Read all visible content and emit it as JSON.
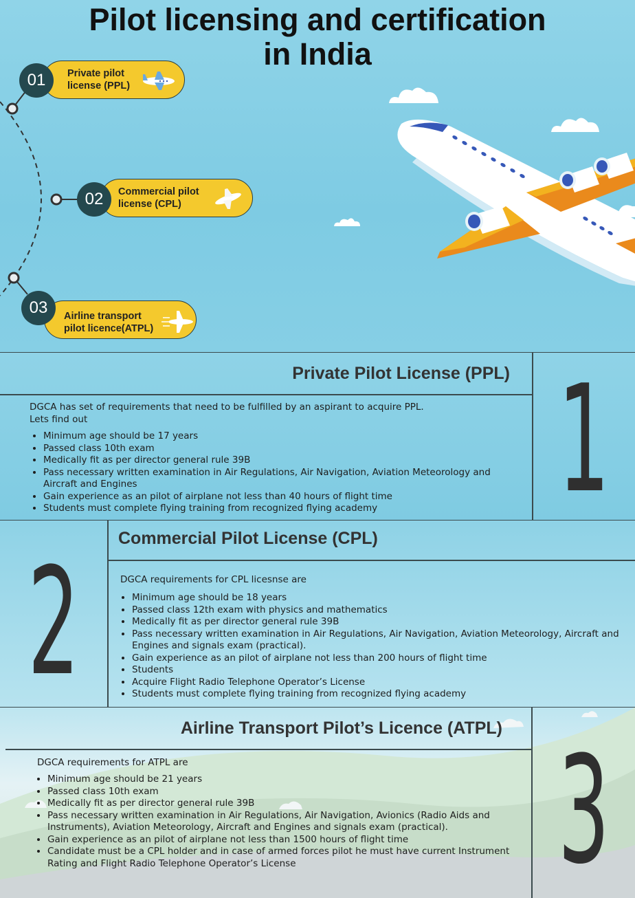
{
  "header": {
    "title_line1": "Pilot licensing and certification",
    "title_line2": "in India"
  },
  "timeline": [
    {
      "number": "01",
      "line1": "Private pilot",
      "line2": "license (PPL)"
    },
    {
      "number": "02",
      "line1": "Commercial pilot",
      "line2": "license (CPL)"
    },
    {
      "number": "03",
      "line1": "Airline transport",
      "line2": "pilot licence(ATPL)"
    }
  ],
  "sections": {
    "ppl": {
      "number": "1",
      "title": "Private Pilot License (PPL)",
      "intro1": "DGCA has set of requirements that need to be fulfilled by an aspirant to acquire PPL.",
      "intro2": "Lets find out",
      "items": [
        "Minimum age should be 17 years",
        "Passed class 10th exam",
        "Medically fit as per director general rule 39B",
        "Pass necessary written examination in Air Regulations, Air Navigation, Aviation Meteorology and Aircraft and Engines",
        "Gain experience as an pilot of airplane not less than 40 hours of flight time",
        "Students must complete flying training from recognized flying academy"
      ]
    },
    "cpl": {
      "number": "2",
      "title": "Commercial Pilot License (CPL)",
      "intro1": "DGCA requirements for CPL licesnse are",
      "items": [
        "Minimum age should be 18 years",
        "Passed class 12th exam with physics and mathematics",
        "Medically fit as per director general rule 39B",
        "Pass necessary written examination in Air Regulations, Air Navigation, Aviation Meteorology,  Aircraft and Engines and signals exam (practical).",
        "Gain experience as an pilot of airplane not less than 200 hours of flight time",
        "Students",
        "Acquire Flight Radio Telephone Operator’s License",
        "Students must complete flying training from recognized flying academy"
      ]
    },
    "atpl": {
      "number": "3",
      "title": "Airline Transport Pilot’s Licence (ATPL)",
      "intro1": "DGCA requirements for ATPL are",
      "items": [
        "Minimum age should be 21 years",
        "Passed class 10th exam",
        "Medically fit as per director general rule 39B",
        "Pass necessary written examination in Air Regulations, Air Navigation, Avionics (Radio Aids and Instruments), Aviation Meteorology, Aircraft and Engines and signals exam (practical).",
        "Gain experience as an pilot of airplane not less than 1500 hours of flight time",
        "Candidate must be a CPL holder and in case of armed forces pilot he must have current Instrument Rating and Flight Radio Telephone Operator’s License"
      ]
    }
  },
  "icons": {
    "timeline_plane": "airplane-icon",
    "hero_plane": "large-airplane-illustration",
    "clouds": "cloud-icon"
  },
  "colors": {
    "sky": "#86cde2",
    "pill_yellow": "#f4c92d",
    "number_circle": "#24484e",
    "plane_orange": "#ea8a1c"
  }
}
